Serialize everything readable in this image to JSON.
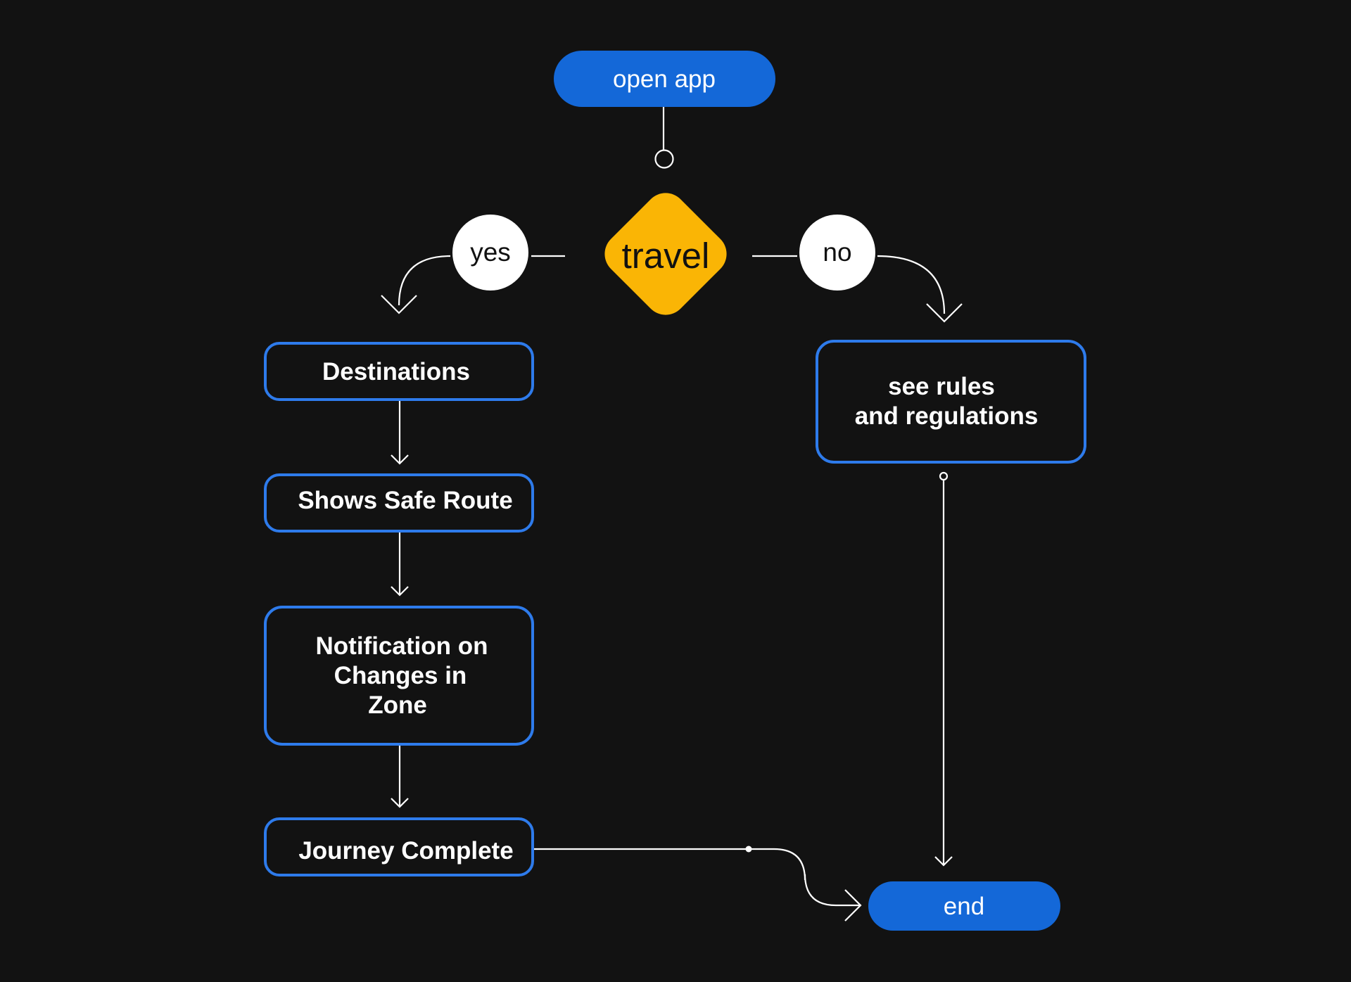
{
  "colors": {
    "background": "#121212",
    "terminal": "#1468D8",
    "process_border": "#2E7BEB",
    "decision": "#FAB505",
    "connector": "#FFFFFF",
    "label_circle": "#FFFFFF"
  },
  "nodes": {
    "start": "open app",
    "decision": "travel",
    "yes_label": "yes",
    "no_label": "no",
    "destinations": "Destinations",
    "safe_route": "Shows Safe Route",
    "notification": [
      "Notification on",
      "Changes in",
      "Zone"
    ],
    "journey_complete": "Journey Complete",
    "rules": [
      "see rules",
      "and regulations"
    ],
    "end": "end"
  }
}
